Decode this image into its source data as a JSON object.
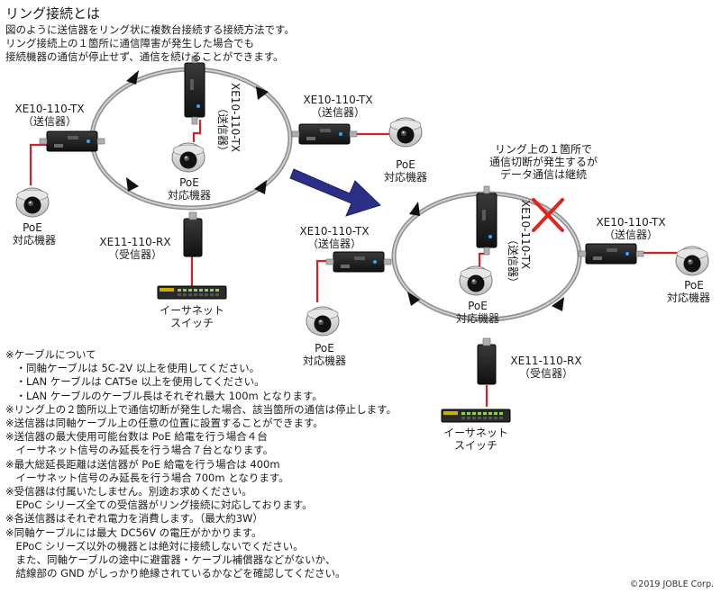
{
  "title": "リング接続とは",
  "intro": [
    "図のように送信器をリング状に複数台接続する接続方法です。",
    "リング接続上の１箇所に通信障害が発生した場合でも",
    "接続機器の通信が停止せず、通信を続けることができます。"
  ],
  "left_diagram": {
    "tx_left_name": "XE10-110-TX",
    "tx_left_role": "（送信器）",
    "tx_top_name": "XE10-110-TX",
    "tx_top_role": "（送信器）",
    "tx_right_name": "XE10-110-TX",
    "tx_right_role": "（送信器）",
    "rx_name": "XE11-110-RX",
    "rx_role": "（受信器）",
    "cam_left_1": "PoE",
    "cam_left_2": "対応機器",
    "cam_center_1": "PoE",
    "cam_center_2": "対応機器",
    "cam_right_1": "PoE",
    "cam_right_2": "対応機器",
    "switch_1": "イーサネット",
    "switch_2": "スイッチ"
  },
  "right_diagram": {
    "failure_note": [
      "リング上の１箇所で",
      "通信切断が発生するが",
      "データ通信は継続"
    ],
    "tx_left_name": "XE10-110-TX",
    "tx_left_role": "（送信器）",
    "tx_top_name": "XE10-110-TX",
    "tx_top_role": "（送信器）",
    "tx_right_name": "XE10-110-TX",
    "tx_right_role": "（送信器）",
    "rx_name": "XE11-110-RX",
    "rx_role": "（受信器）",
    "cam_left_1": "PoE",
    "cam_left_2": "対応機器",
    "cam_center_1": "PoE",
    "cam_center_2": "対応機器",
    "cam_right_1": "PoE",
    "cam_right_2": "対応機器",
    "switch_1": "イーサネット",
    "switch_2": "スイッチ"
  },
  "notes": [
    "※ケーブルについて",
    "　・同軸ケーブルは 5C-2V 以上を使用してください。",
    "　・LAN ケーブルは CAT5e 以上を使用してください。",
    "　・LAN ケーブルのケーブル長はそれぞれ最大 100m となります。",
    "※リング上の２箇所以上で通信切断が発生した場合、該当箇所の通信は停止します。",
    "※送信器は同軸ケーブル上の任意の位置に設置することができます。",
    "※送信器の最大使用可能台数は PoE 給電を行う場合４台",
    "　イーサネット信号のみ延長を行う場合７台となります。",
    "※最大総延長距離は送信器が PoE 給電を行う場合は 400m",
    "　イーサネット信号のみ延長を行う場合 700m となります。",
    "※受信器は付属いたしません。別途お求めください。",
    "　EPoC シリーズ全ての受信器がリング接続に対応しております。",
    "※各送信器はそれぞれ電力を消費します。（最大約3W）",
    "※同軸ケーブルには最大 DC56V の電圧がかかります。",
    "　EPoC シリーズ以外の機器とは絶対に接続しないでください。",
    "　また、同軸ケーブルの途中に避雷器・ケーブル補償器などがないか、",
    "　結線部の GND がしっかり絶縁されているかなどを確認してください。"
  ],
  "copyright": "©2019 JOBLE Corp.",
  "colors": {
    "ring": "#9a9a9a",
    "arrow": "#2b2f86",
    "lan_cable": "#d42027",
    "fail_mark": "#e0241b",
    "device": "#1c1c1c"
  }
}
